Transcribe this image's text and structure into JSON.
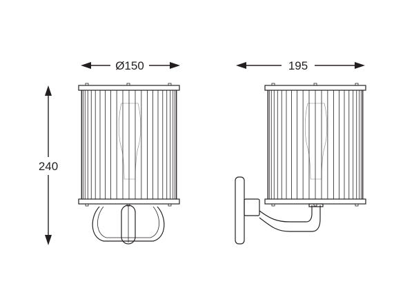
{
  "dimensions": {
    "front_diameter": "Ø150",
    "side_depth": "195",
    "height": "240"
  },
  "colors": {
    "stroke": "#231f20",
    "background": "#ffffff"
  }
}
